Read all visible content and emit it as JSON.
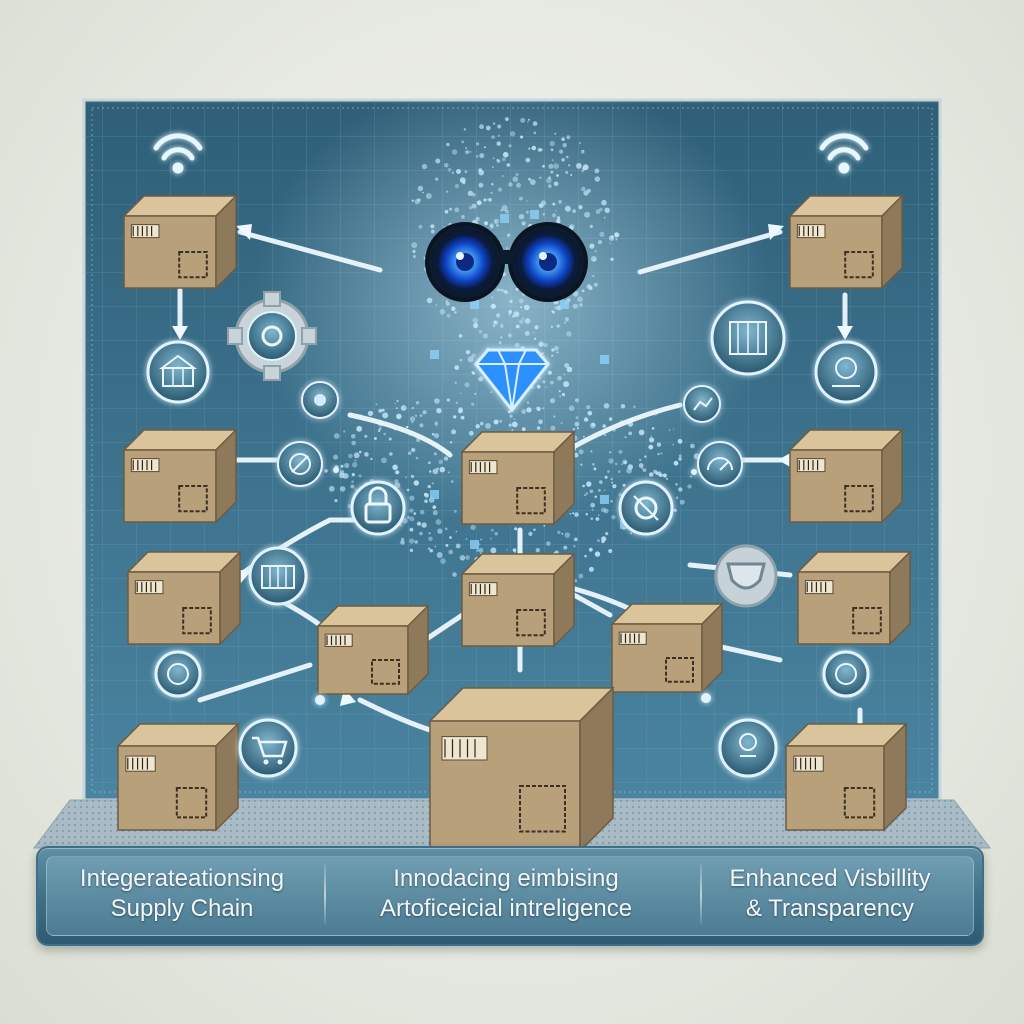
{
  "captions": [
    {
      "line1": "Integerateationsing",
      "line2": "Supply Chain"
    },
    {
      "line1": "Innodacing eimbising",
      "line2": "Artoficeicial intreligence"
    },
    {
      "line1": "Enhanced Visbillity",
      "line2": "& Transparency"
    }
  ],
  "colors": {
    "board_top": "#2f5f78",
    "board_bottom": "#3f7891",
    "grid": "#6fa4bf",
    "box_light": "#d9c49b",
    "box_mid": "#b8a07a",
    "box_dark": "#8e7a5a",
    "glow": "#7fd3ff",
    "eye": "#1f6fff",
    "caption_bar": "#4c7c93",
    "caption_text": "#f2f7fa"
  },
  "icons": [
    "wifi-icon",
    "gear-icon",
    "warehouse-icon",
    "globe-node-icon",
    "chart-icon",
    "shield-icon",
    "shopping-cart-icon",
    "ai-chip-icon",
    "diamond-icon",
    "padlock-icon",
    "gauge-icon",
    "barcode-icon"
  ]
}
